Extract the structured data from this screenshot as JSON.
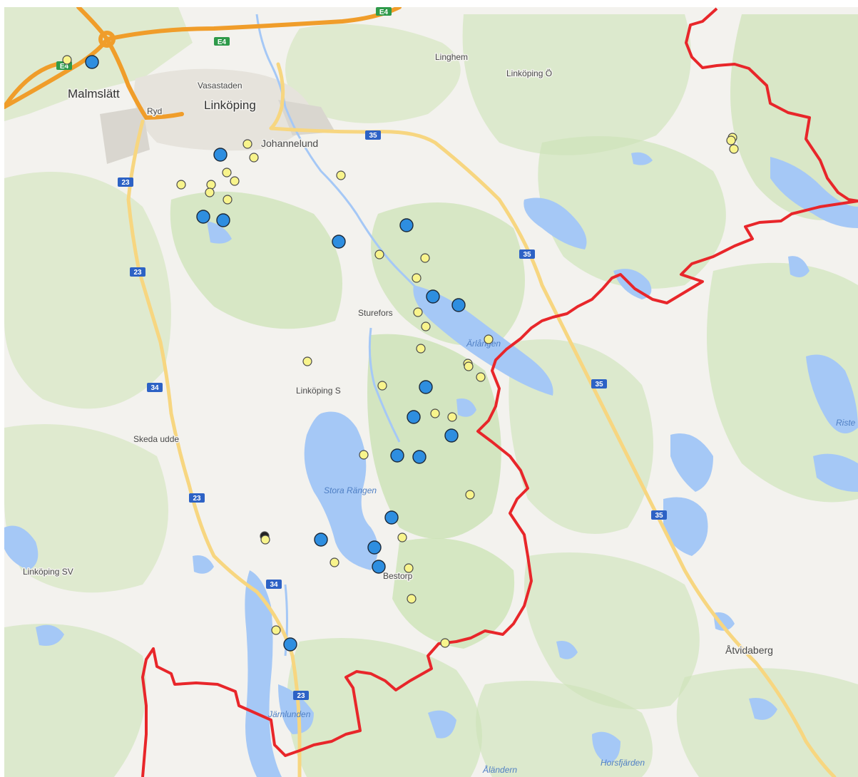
{
  "map": {
    "places": {
      "malmslatt": "Malmslätt",
      "linkoping": "Linköping",
      "vasastaden": "Vasastaden",
      "ryd": "Ryd",
      "johannelund": "Johannelund",
      "linghem": "Linghem",
      "linkoping_o": "Linköping Ö",
      "sturefors": "Sturefors",
      "linkoping_s": "Linköping S",
      "skeda_udde": "Skeda udde",
      "linkoping_sv": "Linköping SV",
      "bestorp": "Bestorp",
      "atvidaberg": "Åtvidaberg"
    },
    "water_labels": {
      "arlangen": "Ärlången",
      "stora_rangen": "Stora Rängen",
      "jarnlunden": "Järnlunden",
      "alandern": "Åländern",
      "horsfjarden": "Horsfjärden",
      "riste": "Riste"
    },
    "road_shields": {
      "e4_top": "E4",
      "e4_mid": "E4",
      "e4_left": "E4",
      "r35_a": "35",
      "r35_b": "35",
      "r35_c": "35",
      "r35_d": "35",
      "r23_a": "23",
      "r23_b": "23",
      "r23_c": "23",
      "r23_d": "23",
      "r34_a": "34",
      "r34_b": "34"
    },
    "colors": {
      "land": "#f3f2ee",
      "forest": "#cde3b7",
      "water": "#a5c8f6",
      "motorway": "#f09d2a",
      "major_road": "#f7d680",
      "border": "#e8262a",
      "marker_large": "#2e8ee0",
      "marker_small": "#f8f48c"
    },
    "marker_types": {
      "large": "blue-circle",
      "small": "yellow-circle"
    }
  }
}
